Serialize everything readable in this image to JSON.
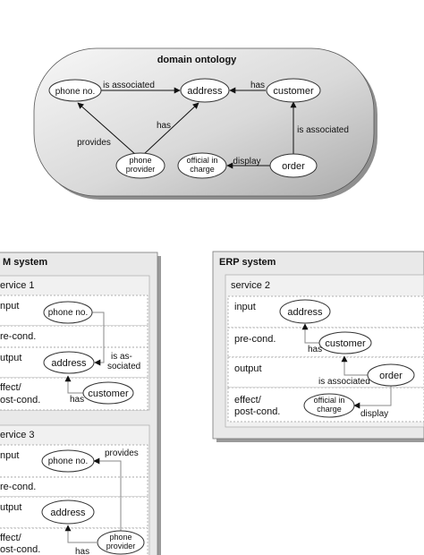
{
  "ontology": {
    "title": "domain ontology",
    "nodes": {
      "phone_no": "phone no.",
      "address": "address",
      "customer": "customer",
      "phone_provider": [
        "phone",
        "provider"
      ],
      "official": [
        "official in",
        "charge"
      ],
      "order": "order"
    },
    "edges": {
      "is_associated_top": "is associated",
      "has_top": "has",
      "has_mid": "has",
      "provides": "provides",
      "is_associated_right": "is associated",
      "display": "display"
    }
  },
  "crm": {
    "title": "M system",
    "service1": {
      "title": "ervice 1",
      "rows": [
        "nput",
        "re-cond.",
        "utput",
        "ffect/",
        "ost-cond."
      ],
      "nodes": {
        "phone_no": "phone no.",
        "address": "address",
        "customer": "customer"
      },
      "edges": {
        "is_associated": [
          "is as-",
          "sociated"
        ],
        "has": "has"
      }
    },
    "service3": {
      "title": "ervice 3",
      "rows": [
        "nput",
        "re-cond.",
        "utput",
        "ffect/",
        "ost-cond."
      ],
      "nodes": {
        "phone_no": "phone no.",
        "address": "address",
        "phone_provider": [
          "phone",
          "provider"
        ]
      },
      "edges": {
        "provides": "provides",
        "has": "has"
      }
    }
  },
  "erp": {
    "title": "ERP system",
    "service2": {
      "title": "service 2",
      "rows": [
        "input",
        "pre-cond.",
        "output",
        "effect/",
        "post-cond."
      ],
      "nodes": {
        "address": "address",
        "customer": "customer",
        "order": "order",
        "official": [
          "official in",
          "charge"
        ]
      },
      "edges": {
        "has": "has",
        "is_associated": "is associated",
        "display": "display"
      }
    }
  },
  "colors": {
    "ontology_fill_light": "#f6f6f6",
    "ontology_fill_dark": "#b9b9b9",
    "panel_fill": "#e9e9e9",
    "box_fill": "#ffffff",
    "line": "#333333",
    "dash": "#9a9a9a",
    "arrow_gray": "#8a8a8a"
  }
}
